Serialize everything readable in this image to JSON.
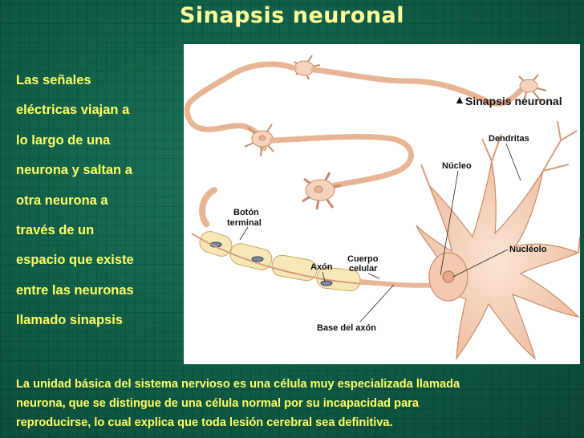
{
  "slide": {
    "title": "Sinapsis neuronal",
    "left_text": [
      "Las señales",
      "eléctricas viajan a",
      "lo largo de una",
      "neurona y saltan a",
      "otra neurona a",
      "través de un",
      "espacio que existe",
      "entre las neuronas",
      "llamado sinapsis"
    ],
    "bottom_text": [
      "La unidad básica del sistema nervioso es una célula muy especializada llamada",
      "neurona, que se distingue de una célula normal por su incapacidad para",
      "reproducirse, lo cual explica que toda lesión cerebral sea definitiva."
    ]
  },
  "figure": {
    "caption_marker": "▲",
    "caption": "Sinapsis neuronal",
    "labels": {
      "dendritas": "Dendritas",
      "nucleo": "Núcleo",
      "nucleolo": "Nucléolo",
      "boton_1": "Botón",
      "boton_2": "terminal",
      "axon": "Axón",
      "cuerpo_1": "Cuerpo",
      "cuerpo_2": "celular",
      "base_axon": "Base del axón"
    },
    "colors": {
      "cell_fill": "#f6d3bc",
      "cell_stroke": "#c98a6a",
      "myelin": "#f8e8b8",
      "nucleus": "#f0c2a8"
    }
  }
}
